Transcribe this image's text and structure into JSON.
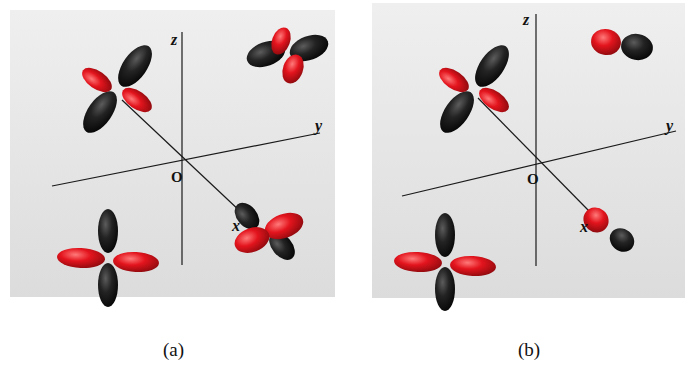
{
  "diagram": {
    "labels": [
      "z",
      "y",
      "O",
      "x",
      "(a)",
      "z",
      "y",
      "O",
      "x",
      "(b)"
    ]
  }
}
